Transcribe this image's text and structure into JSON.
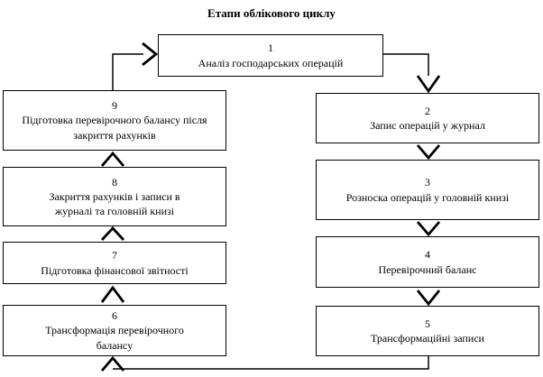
{
  "title": "Етапи облікового циклу",
  "boxes": [
    {
      "number": "1",
      "label": "Аналіз господарських операцій"
    },
    {
      "number": "2",
      "label": "Запис операцій у журнал"
    },
    {
      "number": "3",
      "label": "Розноска операцій у головній книзі"
    },
    {
      "number": "4",
      "label": "Перевірочний баланс"
    },
    {
      "number": "5",
      "label": "Трансформаційні записи"
    },
    {
      "number": "6",
      "label": "Трансформація перевірочного балансу"
    },
    {
      "number": "7",
      "label": "Підготовка фінансової звітності"
    },
    {
      "number": "8",
      "label": "Закриття рахунків і записи в журналі та головній книзі"
    },
    {
      "number": "9",
      "label": "Підготовка перевірочного балансу після закриття рахунків"
    }
  ],
  "colors": {
    "background": "#ffffff",
    "line": "#000000",
    "box_border": "#000000",
    "text": "#000000"
  }
}
